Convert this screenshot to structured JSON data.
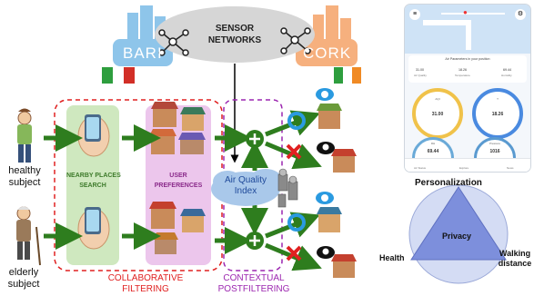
{
  "labels": {
    "sensor_networks_line1": "SENSOR",
    "sensor_networks_line2": "NETWORKS",
    "bari": "BARI",
    "cork": "CORK",
    "healthy_line1": "healthy",
    "healthy_line2": "subject",
    "elderly_line1": "elderly",
    "elderly_line2": "subject",
    "nearby_line1": "NEARBY PLACES",
    "nearby_line2": "SEARCH",
    "prefs_line1": "USER",
    "prefs_line2": "PREFERENCES",
    "aqi_line1": "Air Quality",
    "aqi_line2": "Index",
    "collab_line1": "COLLABORATIVE",
    "collab_line2": "FILTERING",
    "context_line1": "CONTEXTUAL",
    "context_line2": "POSTFILTERING",
    "personalization": "Personalization",
    "privacy": "Privacy",
    "health": "Health",
    "walking_line1": "Walking",
    "walking_line2": "distance"
  },
  "phone": {
    "header": "Air Parameters in your position",
    "params": [
      {
        "value": "31.00",
        "label": "Air Quality"
      },
      {
        "value": "18.26",
        "label": "Temperature"
      },
      {
        "value": "69.44",
        "label": "Humidity"
      }
    ],
    "gauges": [
      {
        "title": "AQI",
        "value": "31.00"
      },
      {
        "title": "T",
        "value": "18.26"
      },
      {
        "title": "RH",
        "value": "69.44"
      },
      {
        "title": "Pressure",
        "value": "1016"
      }
    ],
    "nav": [
      "Air Status",
      "Explore",
      "News"
    ]
  },
  "colors": {
    "green_arrow": "#2e7d1e",
    "red_dashed": "#e02020",
    "purple_dashed": "#9c27b0",
    "nearby_bg": "#cfe8bf",
    "prefs_bg": "#ecc6ec",
    "bari_blue": "#8ec5ea",
    "cork_orange": "#f6b07e",
    "triangle": "#7d8fdc",
    "circle": "#d4dcf4"
  }
}
